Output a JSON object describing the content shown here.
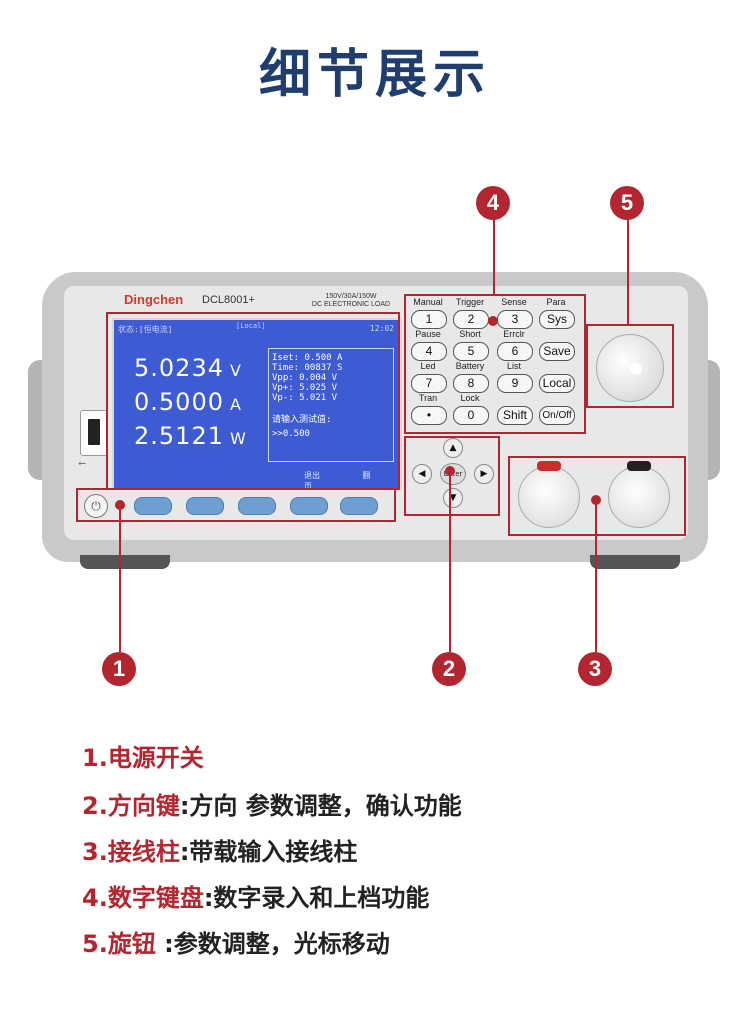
{
  "page_title": "细节展示",
  "device": {
    "brand": "Dingchen",
    "model": "DCL8001+",
    "spec_line1": "150V/30A/150W",
    "spec_line2": "DC ELECTRONIC LOAD"
  },
  "screen": {
    "status": "状态:[恒电流]",
    "local_tag": "[Local]",
    "clock": "12:02",
    "voltage_value": "5.0234",
    "voltage_unit": "V",
    "current_value": "0.5000",
    "current_unit": "A",
    "power_value": "2.5121",
    "power_unit": "W",
    "info_lines": [
      "Iset: 0.500 A",
      "Time: 00837 S",
      "Vpp:  0.004 V",
      "Vp+:  5.025 V",
      "Vp-:  5.021 V"
    ],
    "prompt": "请输入测试值:",
    "input": ">>0.500",
    "softkey_exit": "退出",
    "softkey_next": "翻页"
  },
  "keypad": {
    "row1_labels": [
      "Manual",
      "Trigger",
      "Sense",
      "Para"
    ],
    "row1_keys": [
      "1",
      "2",
      "3",
      "Sys"
    ],
    "row2_labels": [
      "Pause",
      "Short",
      "Errclr",
      ""
    ],
    "row2_keys": [
      "4",
      "5",
      "6",
      "Save"
    ],
    "row3_labels": [
      "Led",
      "Battery",
      "List",
      ""
    ],
    "row3_keys": [
      "7",
      "8",
      "9",
      "Local"
    ],
    "row4_labels": [
      "Tran",
      "Lock",
      "",
      ""
    ],
    "row4_keys": [
      "•",
      "0",
      "Shift",
      "On/Off"
    ]
  },
  "dpad": {
    "up": "▲",
    "down": "▼",
    "left": "◀",
    "right": "▶",
    "enter": "Enter"
  },
  "callouts": [
    "1",
    "2",
    "3",
    "4",
    "5"
  ],
  "legend": [
    {
      "label": "1.电源开关",
      "desc": ""
    },
    {
      "label": "2.方向键",
      "desc": ":方向 参数调整，确认功能"
    },
    {
      "label": "3.接线柱",
      "desc": ":带载输入接线柱"
    },
    {
      "label": "4.数字键盘",
      "desc": ":数字录入和上档功能"
    },
    {
      "label": "5.旋钮 ",
      "desc": ":参数调整，光标移动"
    }
  ],
  "colors": {
    "accent": "#b3252f",
    "title": "#1f3d6e",
    "screen": "#3d5bd2"
  }
}
